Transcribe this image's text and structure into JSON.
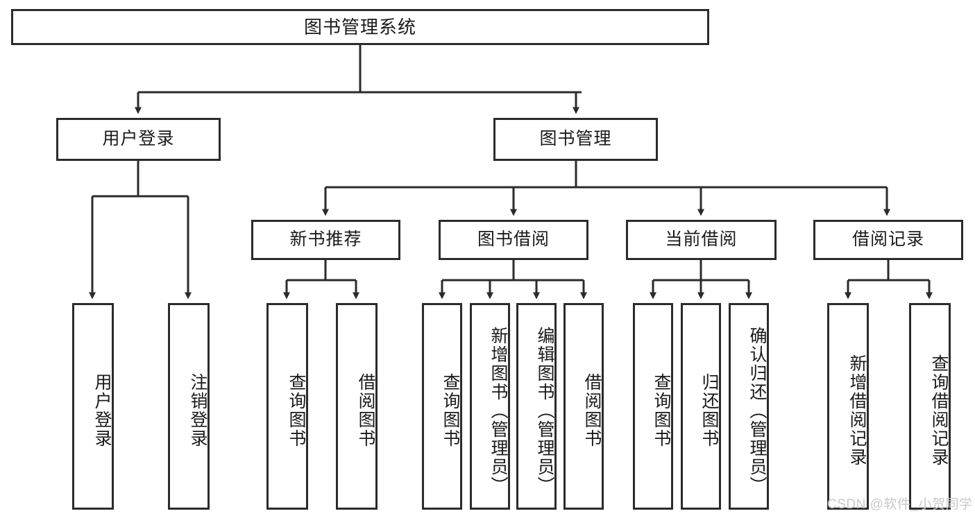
{
  "diagram": {
    "title": "图书管理系统",
    "type": "functional-structure-tree",
    "watermark": "CSDN @软件_小贺同学",
    "colors": {
      "box_border": "#2b2b2b",
      "box_fill": "#ffffff",
      "connector": "#2b2b2b",
      "text": "#1a1a1a",
      "watermark": "#c9c9c9",
      "background": "#ffffff"
    },
    "root": {
      "label": "图书管理系统"
    },
    "level2": [
      {
        "label": "用户登录"
      },
      {
        "label": "图书管理"
      }
    ],
    "level3": [
      {
        "label": "新书推荐"
      },
      {
        "label": "图书借阅"
      },
      {
        "label": "当前借阅"
      },
      {
        "label": "借阅记录"
      }
    ],
    "leaves": {
      "user_login": [
        {
          "label": "用户登录"
        },
        {
          "label": "注销登录"
        }
      ],
      "new_book_recommend": [
        {
          "label": "查询图书"
        },
        {
          "label": "借阅图书"
        }
      ],
      "book_borrow": [
        {
          "label": "查询图书"
        },
        {
          "label": "新增图书（管理员）"
        },
        {
          "label": "编辑图书（管理员）"
        },
        {
          "label": "借阅图书"
        }
      ],
      "current_borrow": [
        {
          "label": "查询图书"
        },
        {
          "label": "归还图书"
        },
        {
          "label": "确认归还（管理员）"
        }
      ],
      "borrow_record": [
        {
          "label": "新增借阅记录"
        },
        {
          "label": "查询借阅记录"
        }
      ]
    }
  }
}
